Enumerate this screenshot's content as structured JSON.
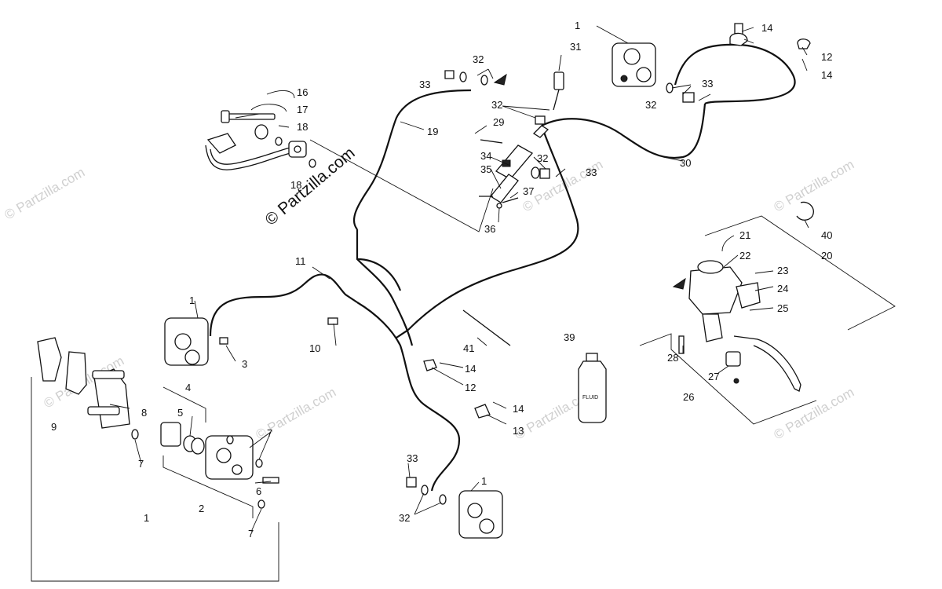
{
  "watermark": {
    "text": "© Partzilla.com",
    "main_text": "© Partzilla.com"
  },
  "bottle_label": "FLUID",
  "callouts": [
    {
      "id": "c1a",
      "label": "1"
    },
    {
      "id": "c1b",
      "label": "1"
    },
    {
      "id": "c1c",
      "label": "1"
    },
    {
      "id": "c1d",
      "label": "1"
    },
    {
      "id": "c2",
      "label": "2"
    },
    {
      "id": "c3",
      "label": "3"
    },
    {
      "id": "c4",
      "label": "4"
    },
    {
      "id": "c5",
      "label": "5"
    },
    {
      "id": "c6",
      "label": "6"
    },
    {
      "id": "c7a",
      "label": "7"
    },
    {
      "id": "c7b",
      "label": "7"
    },
    {
      "id": "c7c",
      "label": "7"
    },
    {
      "id": "c8",
      "label": "8"
    },
    {
      "id": "c9",
      "label": "9"
    },
    {
      "id": "c10",
      "label": "10"
    },
    {
      "id": "c11",
      "label": "11"
    },
    {
      "id": "c12a",
      "label": "12"
    },
    {
      "id": "c12b",
      "label": "12"
    },
    {
      "id": "c13",
      "label": "13"
    },
    {
      "id": "c14a",
      "label": "14"
    },
    {
      "id": "c14b",
      "label": "14"
    },
    {
      "id": "c14c",
      "label": "14"
    },
    {
      "id": "c14d",
      "label": "14"
    },
    {
      "id": "c16",
      "label": "16"
    },
    {
      "id": "c17",
      "label": "17"
    },
    {
      "id": "c18a",
      "label": "18"
    },
    {
      "id": "c18b",
      "label": "18"
    },
    {
      "id": "c19",
      "label": "19"
    },
    {
      "id": "c20",
      "label": "20"
    },
    {
      "id": "c21",
      "label": "21"
    },
    {
      "id": "c22",
      "label": "22"
    },
    {
      "id": "c23",
      "label": "23"
    },
    {
      "id": "c24",
      "label": "24"
    },
    {
      "id": "c25",
      "label": "25"
    },
    {
      "id": "c26",
      "label": "26"
    },
    {
      "id": "c27",
      "label": "27"
    },
    {
      "id": "c28",
      "label": "28"
    },
    {
      "id": "c29",
      "label": "29"
    },
    {
      "id": "c30",
      "label": "30"
    },
    {
      "id": "c31",
      "label": "31"
    },
    {
      "id": "c32a",
      "label": "32"
    },
    {
      "id": "c32b",
      "label": "32"
    },
    {
      "id": "c32c",
      "label": "32"
    },
    {
      "id": "c32d",
      "label": "32"
    },
    {
      "id": "c32e",
      "label": "32"
    },
    {
      "id": "c33a",
      "label": "33"
    },
    {
      "id": "c33b",
      "label": "33"
    },
    {
      "id": "c33c",
      "label": "33"
    },
    {
      "id": "c33d",
      "label": "33"
    },
    {
      "id": "c34",
      "label": "34"
    },
    {
      "id": "c35",
      "label": "35"
    },
    {
      "id": "c36",
      "label": "36"
    },
    {
      "id": "c37",
      "label": "37"
    },
    {
      "id": "c39",
      "label": "39"
    },
    {
      "id": "c40",
      "label": "40"
    },
    {
      "id": "c41",
      "label": "41"
    }
  ]
}
